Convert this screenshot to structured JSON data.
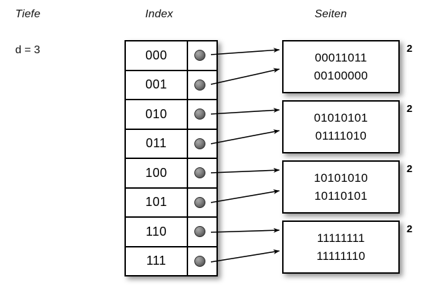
{
  "headings": {
    "depth": "Tiefe",
    "index": "Index",
    "pages": "Seiten"
  },
  "depth": {
    "label": "d = 3",
    "value": 3
  },
  "index_table": {
    "rows": [
      {
        "key": "000",
        "pointer": "pointer-dot",
        "target_page": 0
      },
      {
        "key": "001",
        "pointer": "pointer-dot",
        "target_page": 0
      },
      {
        "key": "010",
        "pointer": "pointer-dot",
        "target_page": 1
      },
      {
        "key": "011",
        "pointer": "pointer-dot",
        "target_page": 1
      },
      {
        "key": "100",
        "pointer": "pointer-dot",
        "target_page": 2
      },
      {
        "key": "101",
        "pointer": "pointer-dot",
        "target_page": 2
      },
      {
        "key": "110",
        "pointer": "pointer-dot",
        "target_page": 3
      },
      {
        "key": "111",
        "pointer": "pointer-dot",
        "target_page": 3
      }
    ]
  },
  "pages": [
    {
      "line1": "00011011",
      "line2": "00100000",
      "count": "2"
    },
    {
      "line1": "01010101",
      "line2": "01111010",
      "count": "2"
    },
    {
      "line1": "10101010",
      "line2": "10110101",
      "count": "2"
    },
    {
      "line1": "11111111",
      "line2": "11111110",
      "count": "2"
    }
  ],
  "colors": {
    "background": "#ffffff",
    "stroke": "#000000",
    "dot": "#6e6e6e",
    "shadow": "rgba(0,0,0,0.42)"
  }
}
